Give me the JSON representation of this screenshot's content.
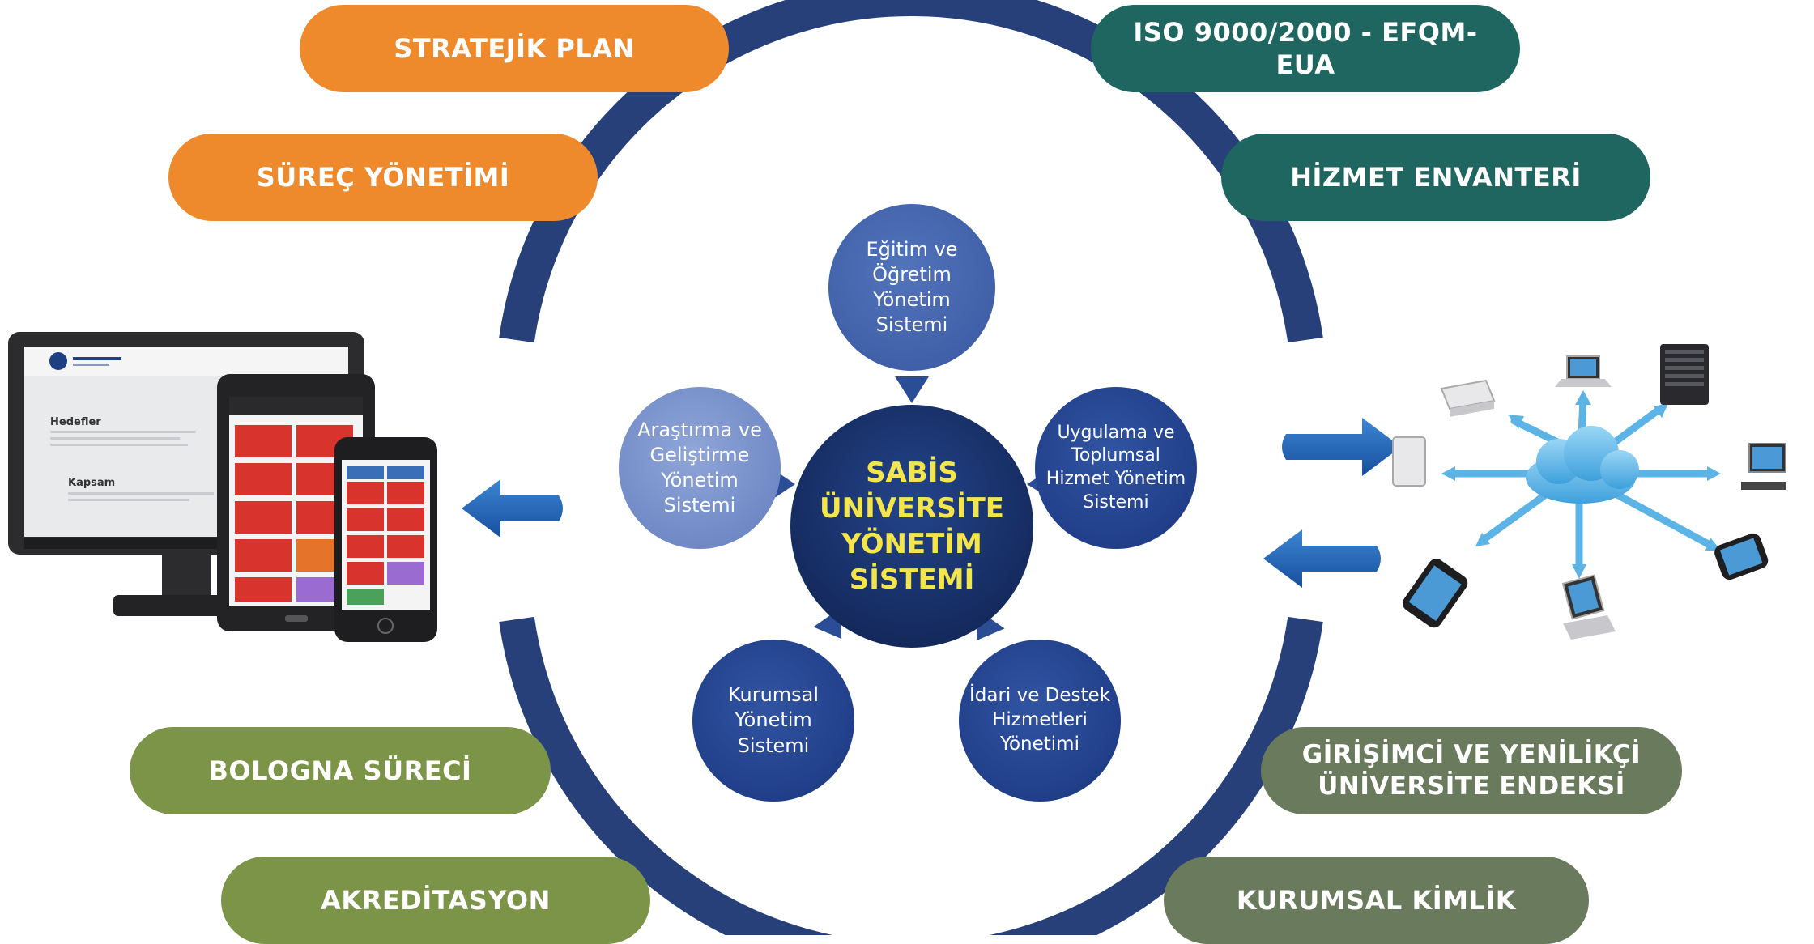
{
  "colors": {
    "orange": "#ef8a2c",
    "teal": "#1f6660",
    "olive": "#7c9448",
    "sage": "#6a7a5c",
    "ring": "#28407a",
    "arrow_blue": "#1e5fae",
    "center_text": "#f3e54a"
  },
  "pills": {
    "stratejik_plan": "STRATEJİK PLAN",
    "surec_yonetimi": "SÜREÇ YÖNETİMİ",
    "iso": "ISO 9000/2000 - EFQM-EUA",
    "hizmet_envanteri": "HİZMET ENVANTERİ",
    "bologna": "BOLOGNA SÜRECİ",
    "akreditasyon": "AKREDİTASYON",
    "girisimci_line1": "GİRİŞİMCİ VE YENİLİKÇİ",
    "girisimci_line2": "ÜNİVERSİTE ENDEKSİ",
    "kurumsal_kimlik": "KURUMSAL KİMLİK"
  },
  "center": "SABİS\nÜNİVERSİTE\nYÖNETİM\nSİSTEMİ",
  "satellites": {
    "egitim": "Eğitim ve\nÖğretim\nYönetim\nSistemi",
    "arastirma": "Araştırma ve\nGeliştirme\nYönetim\nSistemi",
    "uygulama": "Uygulama ve\nToplumsal\nHizmet Yönetim\nSistemi",
    "kurumsal": "Kurumsal\nYönetim\nSistemi",
    "idari": "İdari ve Destek\nHizmetleri\nYönetimi"
  },
  "screen_text": {
    "heading1": "Hedefler",
    "heading2": "Kapsam"
  },
  "icons": [
    "desktop-monitor-icon",
    "tablet-icon",
    "smartphone-icon",
    "cloud-icon",
    "laptop-icon",
    "server-icon",
    "router-icon"
  ]
}
